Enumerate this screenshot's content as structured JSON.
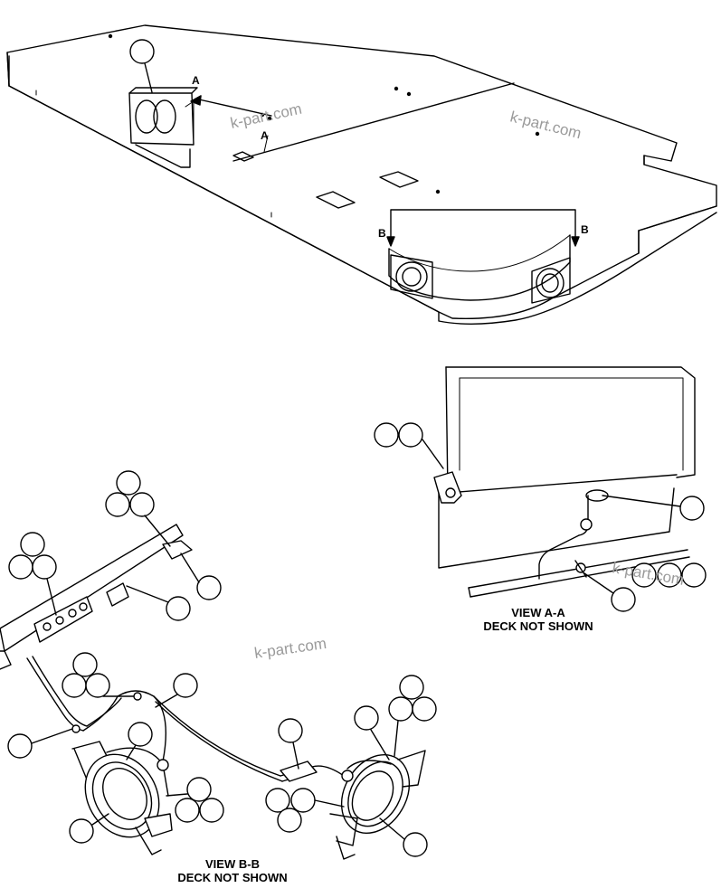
{
  "watermark": "k-part.com",
  "section_labels": {
    "a": "A",
    "b": "B"
  },
  "view_a": {
    "line1": "VIEW A-A",
    "line2": "DECK NOT SHOWN"
  },
  "view_b": {
    "line1": "VIEW B-B",
    "line2": "DECK NOT SHOWN"
  }
}
